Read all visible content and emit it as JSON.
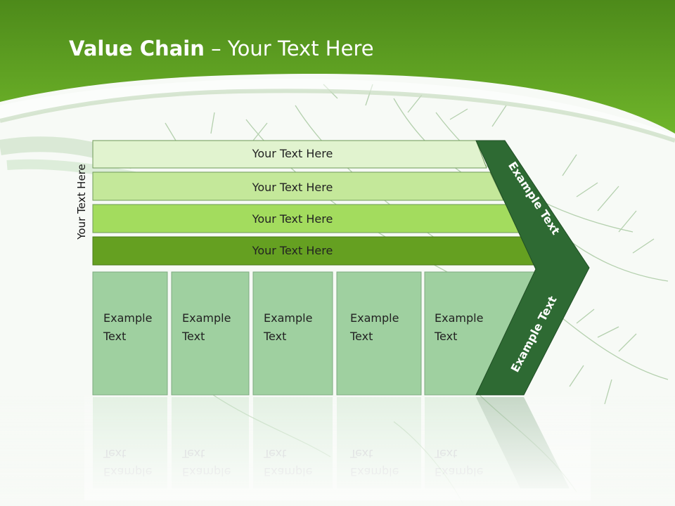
{
  "slide": {
    "title_bold": "Value Chain",
    "title_rest": " – Your Text Here",
    "side_label": "Your Text Here"
  },
  "colors": {
    "header_green": "#5fa11f",
    "row1": "#e1f3cf",
    "row2": "#c4e89a",
    "row3": "#a3dc5e",
    "row4": "#65a021",
    "column_fill": "#9fd0a0",
    "chevron": "#2e6a33"
  },
  "rows": [
    {
      "label": "Your Text Here"
    },
    {
      "label": "Your Text Here"
    },
    {
      "label": "Your Text Here"
    },
    {
      "label": "Your Text Here"
    }
  ],
  "columns": [
    {
      "line1": "Example",
      "line2": "Text"
    },
    {
      "line1": "Example",
      "line2": "Text"
    },
    {
      "line1": "Example",
      "line2": "Text"
    },
    {
      "line1": "Example",
      "line2": "Text"
    },
    {
      "line1": "Example",
      "line2": "Text"
    }
  ],
  "chevron": {
    "upper_label": "Example Text",
    "lower_label": "Example Text"
  },
  "background": {
    "image_name": "dill-herb-image"
  }
}
